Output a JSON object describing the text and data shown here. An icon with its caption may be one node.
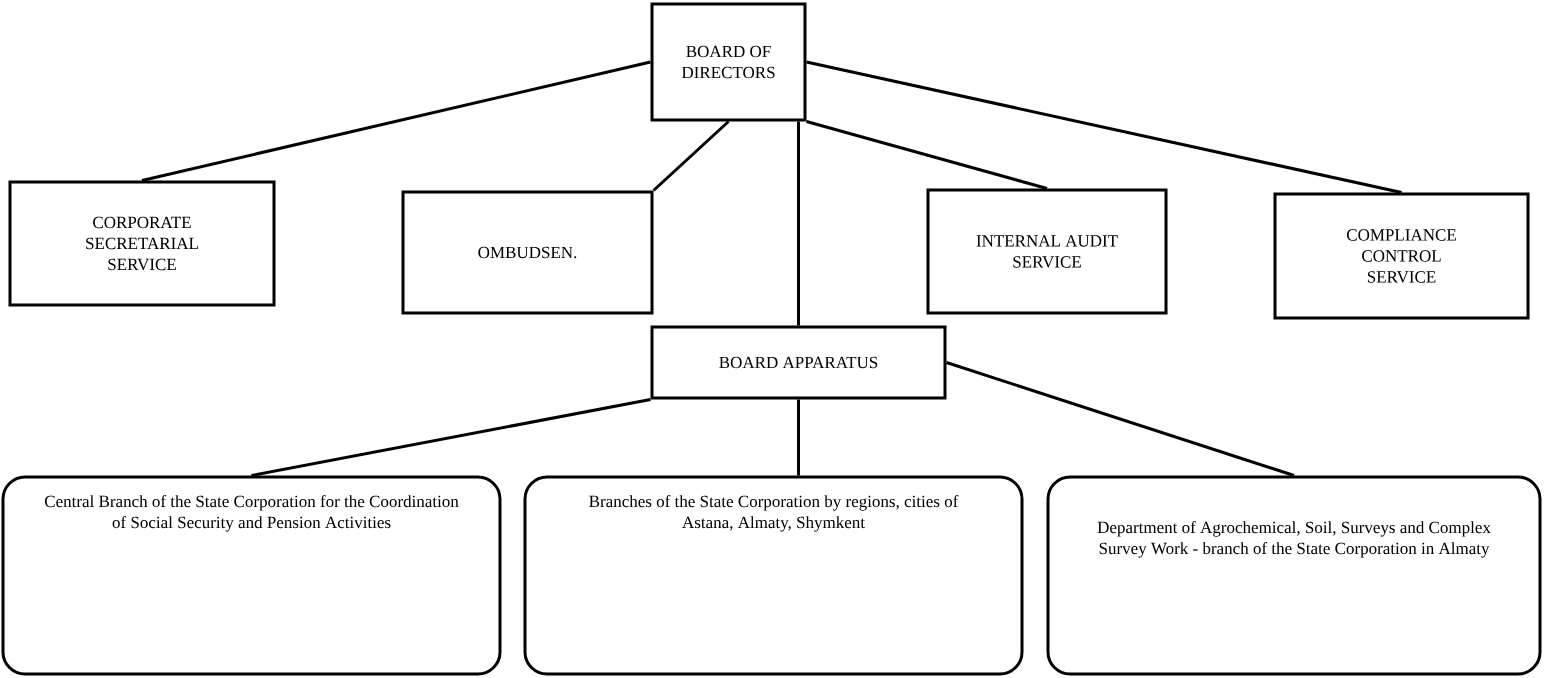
{
  "diagram": {
    "nodes": [
      {
        "text": [
          "BOARD OF DIRECTORS"
        ]
      },
      {
        "text": [
          "CORPORATE SECRETARIAL SERVICE"
        ]
      },
      {
        "text": [
          "OMBUDSEN."
        ]
      },
      {
        "text": [
          "INTERNAL AUDIT SERVICE"
        ]
      },
      {
        "text": [
          "COMPLIANCE CONTROL SERVICE"
        ]
      },
      {
        "text": [
          "BOARD APPARATUS"
        ]
      },
      {
        "text": [
          "Central Branch of the State Corporation for the Coordination of Social Security and Pension Activities"
        ]
      },
      {
        "text": [
          "Branches of the State Corporation by regions, cities of Astana, Almaty, Shymkent"
        ]
      },
      {
        "text": [
          "Department of Agrochemical, Soil, Surveys and Complex Survey Work - branch of the State Corporation in Almaty"
        ]
      }
    ],
    "edges": [
      {
        "from": 0,
        "to": 1,
        "arrow": "none"
      },
      {
        "from": 0,
        "to": 2,
        "arrow": "none"
      },
      {
        "from": 0,
        "to": 5,
        "arrow": "none"
      },
      {
        "from": 0,
        "to": 3,
        "arrow": "none"
      },
      {
        "from": 0,
        "to": 4,
        "arrow": "none"
      },
      {
        "from": 5,
        "to": 6,
        "arrow": "none"
      },
      {
        "from": 5,
        "to": 7,
        "arrow": "none"
      },
      {
        "from": 5,
        "to": 8,
        "arrow": "none"
      }
    ]
  }
}
